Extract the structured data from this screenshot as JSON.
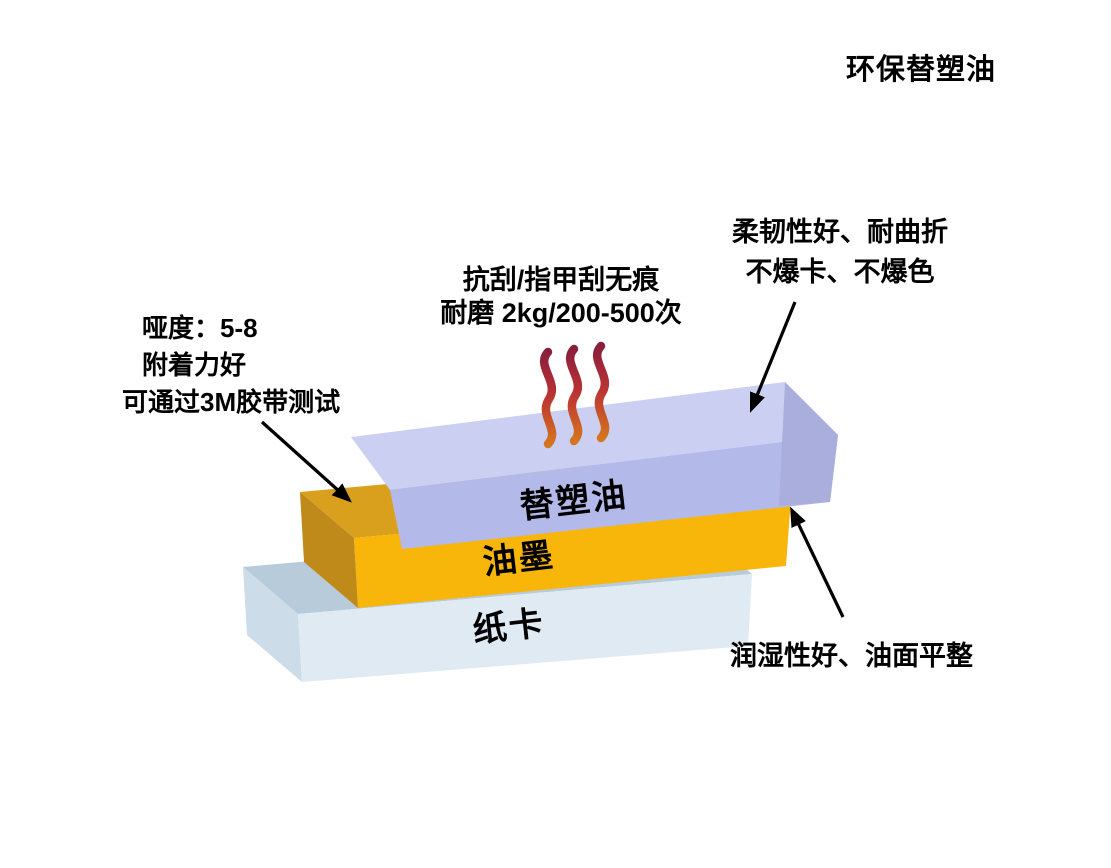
{
  "title": "环保替塑油",
  "annotations": {
    "left": {
      "line1": "哑度：5-8",
      "line2": "附着力好",
      "line3": "可通过3M胶带测试"
    },
    "top_center": {
      "line1": "抗刮/指甲刮无痕",
      "line2": "耐磨 2kg/200-500次"
    },
    "top_right": {
      "line1": "柔韧性好、耐曲折",
      "line2": "不爆卡、不爆色"
    },
    "bottom_right": {
      "line1": "润湿性好、油面平整"
    }
  },
  "layers": [
    {
      "id": "coating",
      "label": "替塑油",
      "color_front": "#b3baea",
      "color_top": "#cbd0f3",
      "color_end": "#a9aedd"
    },
    {
      "id": "ink",
      "label": "油墨",
      "color_front": "#f8b50a",
      "color_top": "#d9a01e",
      "color_end": "#c08a1a"
    },
    {
      "id": "paper-card",
      "label": "纸卡",
      "color_front": "#e0eaf2",
      "color_top": "#b7cbda",
      "color_end": "#ccdce8"
    }
  ],
  "heat": {
    "color_top": "#8a1f3c",
    "color_mid": "#bb3333",
    "color_bottom": "#d4751f"
  },
  "arrows": {
    "color": "#000000"
  },
  "text_color": "#000000"
}
